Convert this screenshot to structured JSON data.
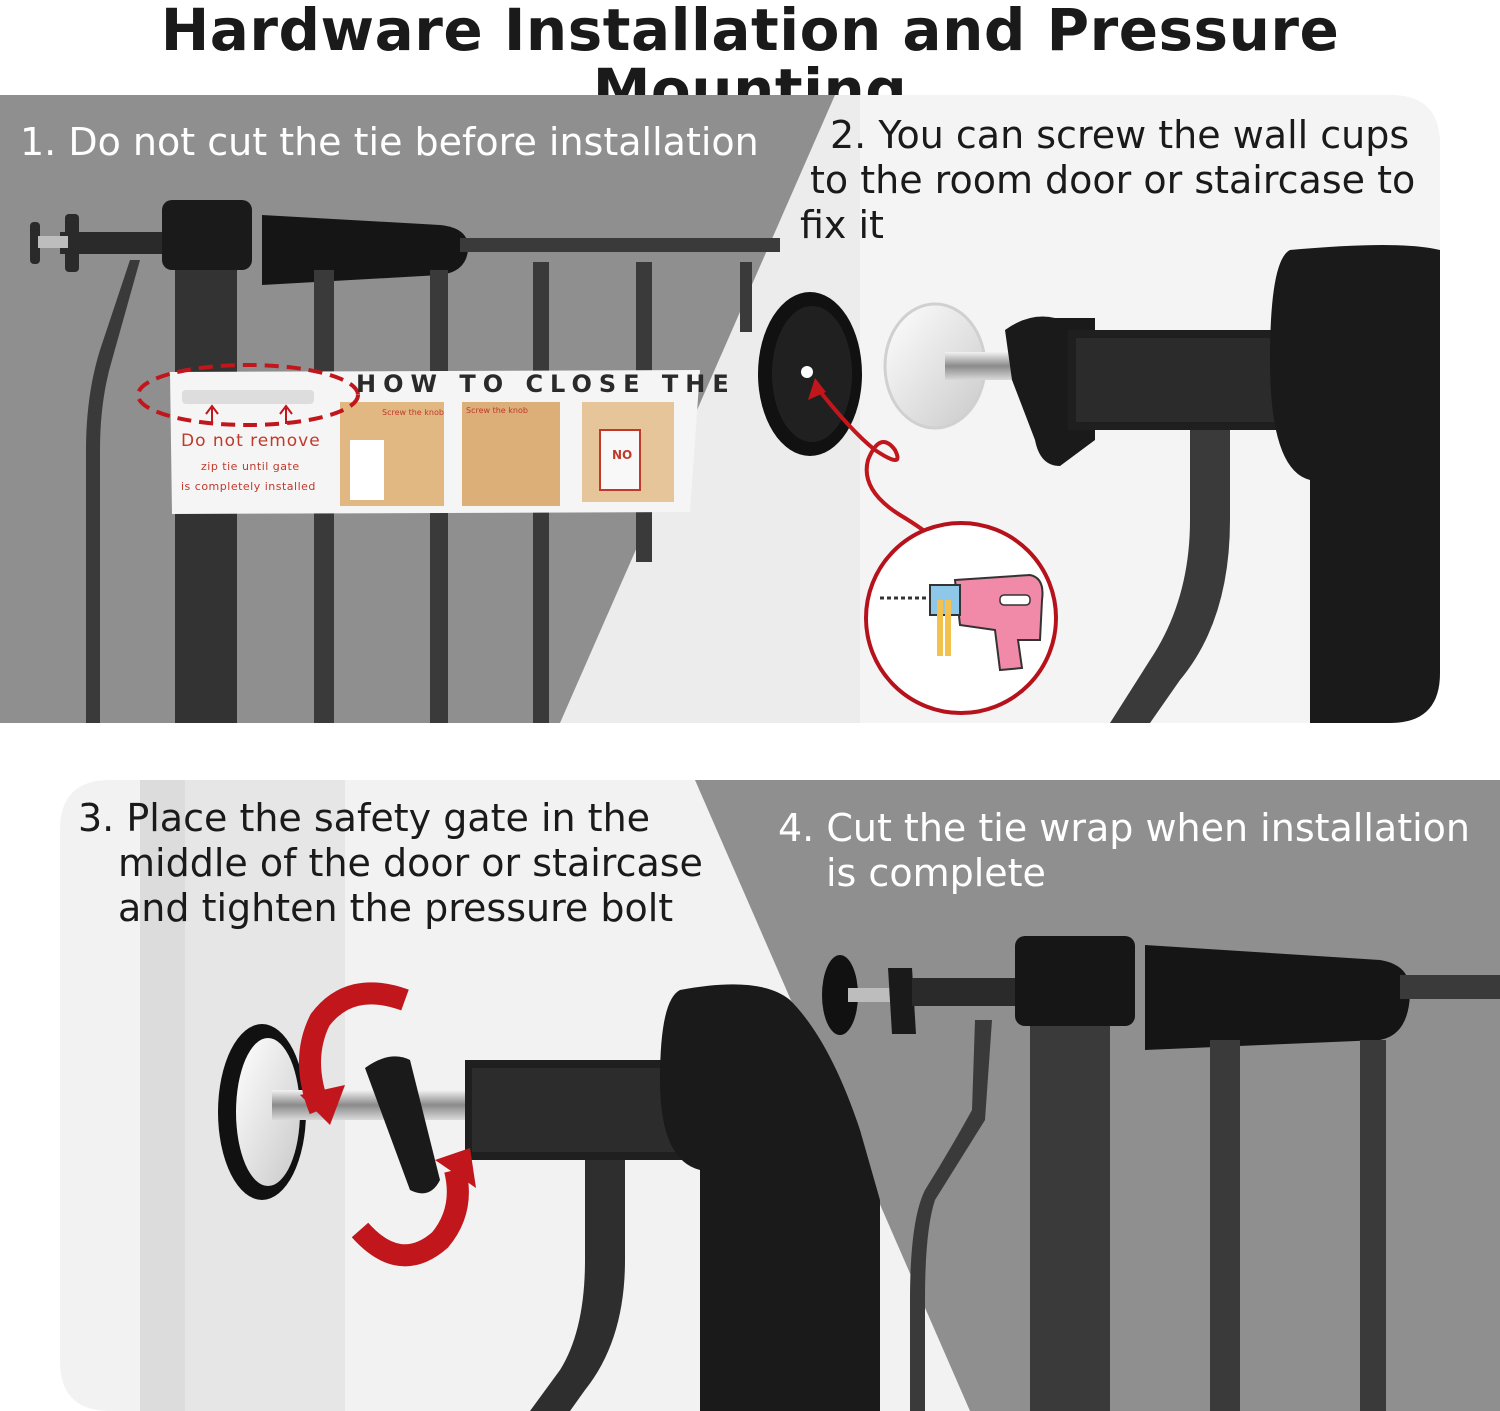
{
  "title": "Hardware Installation and Pressure Mounting",
  "steps": [
    {
      "caption": "1. Do not cut the tie before installation"
    },
    {
      "caption_lines": [
        "2. You can screw the wall cups",
        "to the room door or staircase to",
        "fix it"
      ]
    },
    {
      "caption_lines": [
        "3. Place the safety gate in the",
        "middle of the door or staircase",
        "and tighten the pressure bolt"
      ]
    },
    {
      "caption_lines": [
        "4. Cut the tie wrap when installation",
        "is complete"
      ]
    }
  ],
  "zip_tag": {
    "heading": "HOW TO CLOSE THE",
    "warning": "Do not remove",
    "note_line1": "zip tie until gate",
    "note_line2": "is completely installed",
    "step_a": "Screw the knob",
    "step_b": "Screw the knob",
    "step_c": "NO"
  },
  "colors": {
    "panel_gray": "#8f8f8f",
    "panel_light": "#ececec",
    "gate_black": "#1e1e1e",
    "accent_red": "#c0161c",
    "drill_pink": "#f08aa8"
  },
  "icons": [
    "drill-icon",
    "rotate-arrow-icon",
    "wall-cup-icon",
    "pressure-bolt-icon"
  ]
}
